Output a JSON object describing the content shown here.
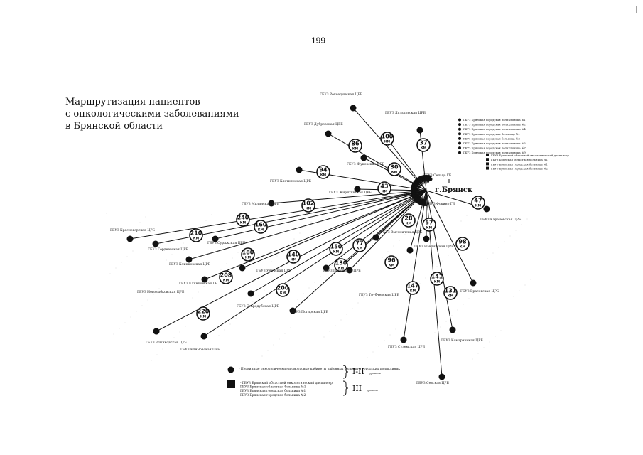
{
  "page_number": "199",
  "title_lines": [
    "Маршрутизация пациентов",
    "с онкологическими заболеваниями",
    "в Брянской области"
  ],
  "center": {
    "label": "г.Брянск",
    "near_labels": [
      "ГБУЗ Сельцо ГБ",
      "ГБУЗ Фокино ГБ"
    ]
  },
  "routes": [
    {
      "id": "rognedino",
      "label": "ГБУЗ Рогнединская ЦРБ",
      "km": null
    },
    {
      "id": "dyatkovo",
      "label": "ГБУЗ Дятьковская ЦРБ",
      "km": "37"
    },
    {
      "id": "dubrovka",
      "label": "ГБУЗ Дубровская ЦРБ",
      "km": "86"
    },
    {
      "id": "rognedino_km",
      "label": "",
      "km": "100"
    },
    {
      "id": "zhukovka",
      "label": "ГБУЗ Жуковская ЦРБ",
      "km": "30"
    },
    {
      "id": "kletnya",
      "label": "ГБУЗ Клетнянская ЦРБ",
      "km": "94"
    },
    {
      "id": "zhiryatino",
      "label": "ГБУЗ Жирятинская ЦРБ",
      "km": "43"
    },
    {
      "id": "mglin",
      "label": "ГБУЗ Мглинская ЦРБ",
      "km": "102"
    },
    {
      "id": "krasnaya_gora",
      "label": "ГБУЗ Красногорская ЦРБ",
      "km": "240"
    },
    {
      "id": "surazh",
      "label": "ГБУЗ Суражская ЦРБ",
      "km": "160"
    },
    {
      "id": "gordeevka",
      "label": "ГБУЗ Гордеевская ЦРБ",
      "km": "210"
    },
    {
      "id": "klintsy",
      "label": "ГБУЗ Клинцовская ЦРБ",
      "km": "180"
    },
    {
      "id": "unecha",
      "label": "ГБУЗ Унечская ЦРБ",
      "km": "140"
    },
    {
      "id": "klintsy_gb",
      "label": "ГБУЗ Клинцовская ГБ",
      "km": "208"
    },
    {
      "id": "pochep",
      "label": "ГБУЗ Почепская ЦРБ",
      "km": "77"
    },
    {
      "id": "vygonichi",
      "label": "ГБУЗ Выгоничская ЦРБ",
      "km": "28"
    },
    {
      "id": "novozybkov",
      "label": "ГБУЗ Новозыбковская ЦРБ",
      "km": "220"
    },
    {
      "id": "starodub",
      "label": "ГБУЗ Стародубская ЦРБ",
      "km": "200"
    },
    {
      "id": "pogar",
      "label": "ГБУЗ Погарская ЦРБ",
      "km": "150"
    },
    {
      "id": "pochep2",
      "label": "",
      "km": "130"
    },
    {
      "id": "karachev",
      "label": "ГБУЗ Карачевская ЦРБ",
      "km": "47"
    },
    {
      "id": "navlya",
      "label": "ГБУЗ Навлинская ЦРБ",
      "km": "57"
    },
    {
      "id": "trubchevsk",
      "label": "ГБУЗ Трубчевская ЦРБ",
      "km": "96"
    },
    {
      "id": "bryansk_crb",
      "label": "ГБУЗ Брасовская ЦРБ",
      "km": "98"
    },
    {
      "id": "suzemka",
      "label": "ГБУЗ Суземская ЦРБ",
      "km": "147"
    },
    {
      "id": "komarichi",
      "label": "ГБУЗ Комаричская ЦРБ",
      "km": "131"
    },
    {
      "id": "sevsk",
      "label": "ГБУЗ Севская ЦРБ",
      "km": "141"
    },
    {
      "id": "zlynka",
      "label": "ГБУЗ Злынковская ЦРБ",
      "km": null
    },
    {
      "id": "klimovo",
      "label": "ГБУЗ Климовская ЦРБ",
      "km": null
    }
  ],
  "km_unit": "КМ",
  "right_legend_circles": [
    "ГБУЗ Брянская городская поликлиника №1",
    "ГБУЗ Брянская городская поликлиника №2",
    "ГБУЗ Брянская городская поликлиника №4",
    "ГБУЗ Брянская городская больница №1",
    "ГБУЗ Брянская городская больница №2",
    "ГБУЗ Брянская городская поликлиника №5",
    "ГБУЗ Брянская городская поликлиника №7",
    "ГБУЗ Брянская городская поликлиника №9"
  ],
  "right_legend_squares": [
    "ГБУЗ Брянский областной онкологический диспансер",
    "ГБУЗ Брянская областная больница №1",
    "ГБУЗ Брянская городская больница №1",
    "ГБУЗ Брянская городская больница №2"
  ],
  "bottom_legend": {
    "circle_text": "- Первичные онкологические и смотровые кабинеты районных больниц и городских поликлиник",
    "square_text": [
      "- ГБУЗ Брянский областной онкологический диспансер",
      "ГБУЗ Брянская областная больница №1",
      "ГБУЗ Брянская городская больница №1",
      "ГБУЗ Брянская городская больница №2"
    ],
    "level_1": "I-II",
    "level_1_word": "уровень",
    "level_2": "III",
    "level_2_word": "уровень"
  },
  "colors": {
    "ink": "#111111",
    "background": "#ffffff"
  }
}
